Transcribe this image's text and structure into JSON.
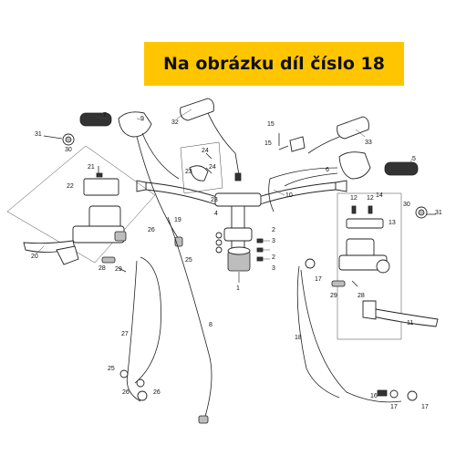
{
  "banner": {
    "text": "Na obrázku díl číslo 18",
    "color": "#ffc600"
  },
  "callouts": {
    "c1": "1",
    "c2a": "2",
    "c2b": "2",
    "c3a": "3",
    "c3b": "3",
    "c4": "4",
    "c5": "5",
    "c6": "6",
    "c7": "7",
    "c8": "8",
    "c9": "9",
    "c10": "10",
    "c11": "11",
    "c12a": "12",
    "c12b": "12",
    "c13": "13",
    "c14": "14",
    "c15a": "15",
    "c15b": "15",
    "c16": "16",
    "c17a": "17",
    "c17b": "17",
    "c17c": "17",
    "c18": "18",
    "c19": "19",
    "c20": "20",
    "c21": "21",
    "c22": "22",
    "c23a": "23",
    "c23b": "23",
    "c24a": "24",
    "c24b": "24",
    "c25a": "25",
    "c25b": "25",
    "c26a": "26",
    "c26b": "26",
    "c26c": "26",
    "c27": "27",
    "c28a": "28",
    "c28b": "28",
    "c29a": "29",
    "c29b": "29",
    "c30a": "30",
    "c30b": "30",
    "c31a": "31",
    "c31b": "31",
    "c32": "32",
    "c33": "33"
  }
}
